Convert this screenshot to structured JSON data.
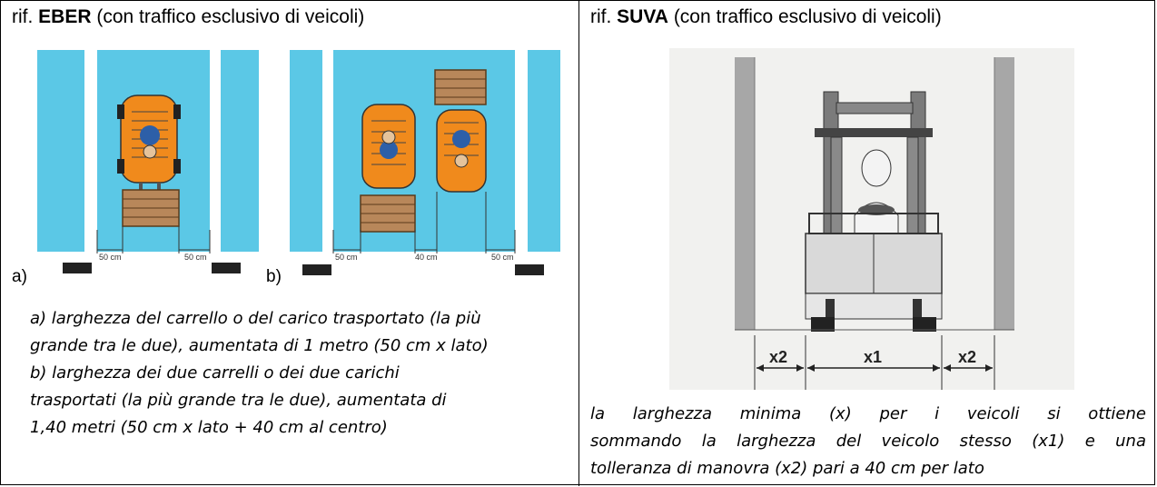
{
  "left": {
    "header_prefix": "rif.",
    "header_name": "EBER",
    "header_suffix": "(con traffico esclusivo di veicoli)",
    "fig_a_label": "a)",
    "fig_b_label": "b)",
    "dim_50_a1": "50 cm",
    "dim_50_a2": "50 cm",
    "dim_50_b1": "50 cm",
    "dim_40_b": "40 cm",
    "dim_50_b2": "50 cm",
    "caption_lines": [
      "a) larghezza del carrello o del carico trasportato (la più",
      "grande tra le due), aumentata di 1 metro (50 cm x lato)",
      "b) larghezza dei due carrelli o dei due carichi",
      "trasportati (la più grande tra le due), aumentata di",
      "1,40 metri (50 cm x lato + 40 cm al centro)"
    ]
  },
  "right": {
    "header_prefix": "rif.",
    "header_name": "SUVA",
    "header_suffix": "(con traffico esclusivo di veicoli)",
    "dim_x2_left": "x2",
    "dim_x1": "x1",
    "dim_x2_right": "x2",
    "caption_lines": [
      "la larghezza minima (x) per i veicoli si ottiene",
      "sommando la larghezza del veicolo stesso (x1) e una",
      "tolleranza di manovra (x2) pari a 40 cm per lato"
    ]
  },
  "colors": {
    "lane_blue": "#5bc8e6",
    "forklift_orange": "#f08a1c",
    "load_wood": "#b8875a",
    "figure_bg": "#f1f1ef"
  }
}
